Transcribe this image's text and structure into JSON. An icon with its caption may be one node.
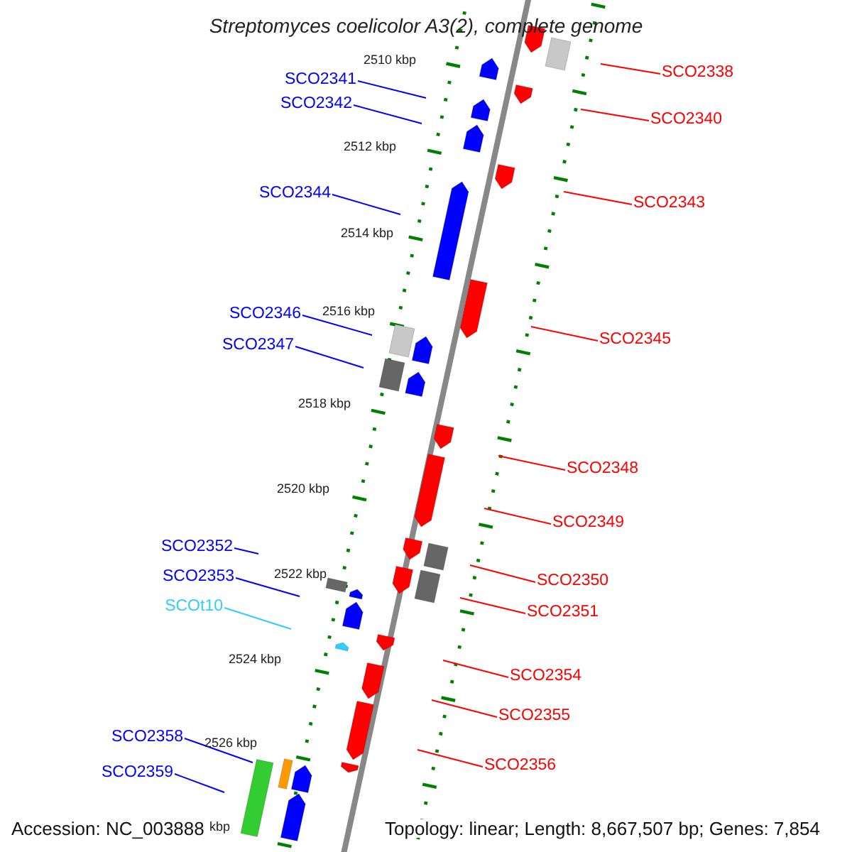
{
  "diagram": {
    "title": "Streptomyces coelicolor A3(2), complete genome",
    "nodes": [
      {
        "text": [
          "SCO2341"
        ]
      },
      {
        "text": [
          "SCO2338"
        ]
      },
      {
        "text": [
          "SCO2342"
        ]
      },
      {
        "text": [
          "SCO2340"
        ]
      },
      {
        "text": [
          "SCO2344"
        ]
      },
      {
        "text": [
          "SCO2343"
        ]
      },
      {
        "text": [
          "SCO2346"
        ]
      },
      {
        "text": [
          "SCO2347"
        ]
      },
      {
        "text": [
          "SCO2345"
        ]
      },
      {
        "text": [
          "SCO2348"
        ]
      },
      {
        "text": [
          "SCO2349"
        ]
      },
      {
        "text": [
          "SCO2352"
        ]
      },
      {
        "text": [
          "SCO2353"
        ]
      },
      {
        "text": [
          "SCO2350"
        ]
      },
      {
        "text": [
          "SCO2351"
        ]
      },
      {
        "text": [
          "SCOt10"
        ]
      },
      {
        "text": [
          "SCO2354"
        ]
      },
      {
        "text": [
          "SCO2355"
        ]
      },
      {
        "text": [
          "SCO2358"
        ]
      },
      {
        "text": [
          "SCO2356"
        ]
      },
      {
        "text": [
          "SCO2359"
        ]
      }
    ],
    "edges": [
      {
        "from": 0,
        "to": null,
        "arrow": "none",
        "color": "#0000ff"
      },
      {
        "from": 1,
        "to": null,
        "arrow": "none"
      },
      {
        "from": 2,
        "to": null,
        "arrow": "none",
        "color": "#0000ff"
      },
      {
        "from": 3,
        "to": null,
        "arrow": "none"
      },
      {
        "from": 4,
        "to": null,
        "arrow": "none",
        "color": "#0000ff"
      },
      {
        "from": 5,
        "to": null,
        "arrow": "none"
      },
      {
        "from": 6,
        "to": null,
        "arrow": "none",
        "color": "#0000ff"
      },
      {
        "from": 7,
        "to": null,
        "arrow": "none",
        "color": "#0000ff"
      },
      {
        "from": 8,
        "to": null,
        "arrow": "none"
      },
      {
        "from": 9,
        "to": null,
        "arrow": "none"
      },
      {
        "from": 10,
        "to": null,
        "arrow": "none"
      },
      {
        "from": 11,
        "to": null,
        "arrow": "none",
        "color": "#0000ff"
      },
      {
        "from": 12,
        "to": null,
        "arrow": "none",
        "color": "#0000ff"
      },
      {
        "from": 13,
        "to": null,
        "arrow": "none"
      },
      {
        "from": 14,
        "to": null,
        "arrow": "none"
      },
      {
        "from": 15,
        "to": null,
        "arrow": "none",
        "color": "#33ccff"
      },
      {
        "from": 16,
        "to": null,
        "arrow": "none"
      },
      {
        "from": 17,
        "to": null,
        "arrow": "none"
      },
      {
        "from": 18,
        "to": null,
        "arrow": "none",
        "color": "#0000ff"
      },
      {
        "from": 19,
        "to": null,
        "arrow": "none"
      },
      {
        "from": 20,
        "to": null,
        "arrow": "none",
        "color": "#0000ff"
      }
    ],
    "labels": [
      "2510 kbp",
      "2512 kbp",
      "2514 kbp",
      "2516 kbp",
      "2518 kbp",
      "2520 kbp",
      "2522 kbp",
      "2524 kbp",
      "2526 kbp",
      "kbp",
      "Accession: NC_003888",
      "Topology: linear; Length: 8,667,507 bp; Genes: 7,854"
    ]
  }
}
